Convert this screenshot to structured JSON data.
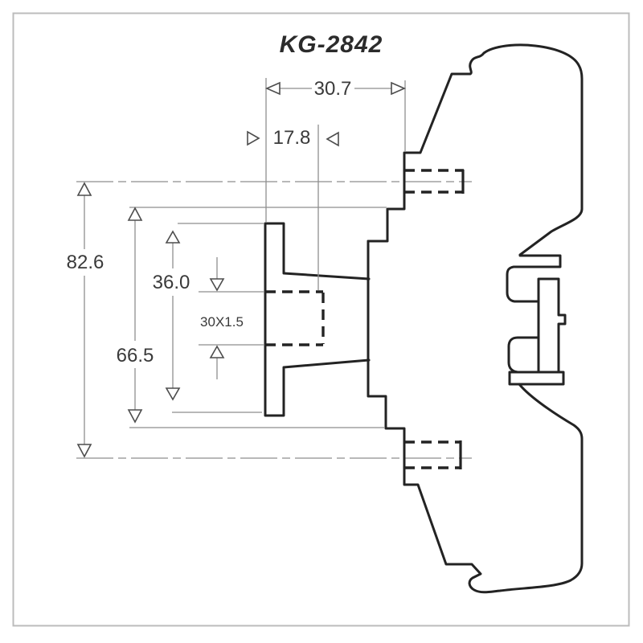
{
  "drawing": {
    "title": "KG-2842",
    "dims": {
      "total_width": "30.7",
      "thread_length": "17.8",
      "total_height": "82.6",
      "mid_height": "66.5",
      "flange_height": "36.0",
      "thread_spec": "30X1.5"
    },
    "colors": {
      "outline": "#232323",
      "dim_lines": "#8e8e8e",
      "text": "#3a3a3a",
      "border": "#bcbcbc",
      "background": "#ffffff"
    }
  }
}
